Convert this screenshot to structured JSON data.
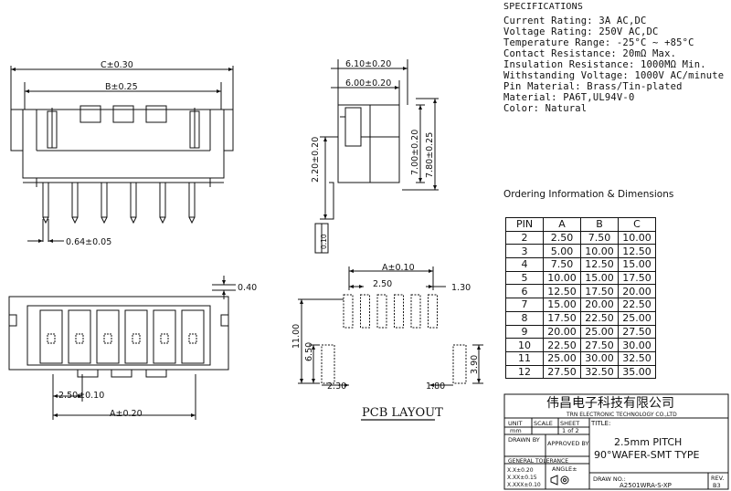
{
  "specifications": {
    "heading": "SPECIFICATIONS",
    "lines": [
      "Current Rating: 3A AC,DC",
      "Voltage Rating: 250V AC,DC",
      "Temperature Range: -25°C ~ +85°C",
      "Contact Resistance: 20mΩ Max.",
      "Insulation Resistance: 1000MΩ Min.",
      "Withstanding Voltage: 1000V AC/minute",
      "Pin Material: Brass/Tin-plated",
      "Material: PA6T,UL94V-0",
      "Color: Natural"
    ]
  },
  "ordering": {
    "title": "Ordering Information & Dimensions",
    "headers": [
      "PIN",
      "A",
      "B",
      "C"
    ],
    "rows": [
      [
        "2",
        "2.50",
        "7.50",
        "10.00"
      ],
      [
        "3",
        "5.00",
        "10.00",
        "12.50"
      ],
      [
        "4",
        "7.50",
        "12.50",
        "15.00"
      ],
      [
        "5",
        "10.00",
        "15.00",
        "17.50"
      ],
      [
        "6",
        "12.50",
        "17.50",
        "20.00"
      ],
      [
        "7",
        "15.00",
        "20.00",
        "22.50"
      ],
      [
        "8",
        "17.50",
        "22.50",
        "25.00"
      ],
      [
        "9",
        "20.00",
        "25.00",
        "27.50"
      ],
      [
        "10",
        "22.50",
        "27.50",
        "30.00"
      ],
      [
        "11",
        "25.00",
        "30.00",
        "32.50"
      ],
      [
        "12",
        "27.50",
        "32.50",
        "35.00"
      ]
    ]
  },
  "dimensions": {
    "c_total": "C±0.30",
    "b_pitch": "B±0.25",
    "pin_width": "0.64±0.05",
    "side_6_10": "6.10±0.20",
    "side_6_00": "6.00±0.20",
    "side_2_20": "2.20±0.20",
    "side_7_00": "7.00±0.20",
    "side_7_80": "7.80±0.25",
    "side_0_10": "0.10",
    "top_0_40": "0.40",
    "top_2_50": "2.50±0.10",
    "top_a": "A±0.20",
    "pcb_a": "A±0.10",
    "pcb_2_50": "2.50",
    "pcb_1_30": "1.30",
    "pcb_11_00": "11.00",
    "pcb_6_50": "6.50",
    "pcb_2_30": "2.30",
    "pcb_1_80": "1.80",
    "pcb_3_90": "3.90",
    "pcb_title": "PCB LAYOUT"
  },
  "title_block": {
    "company_cn": "伟昌电子科技有限公司",
    "company_en": "TRN ELECTRONIC TECHNOLOGY CO.,LTD",
    "unit_label": "UNIT",
    "unit_value": "mm",
    "scale_label": "SCALE",
    "sheet_label": "SHEET",
    "sheet_value": "1 of 2",
    "title_label": "TITLE:",
    "drawn_by": "DRAWN BY",
    "approved_by": "APPROVED BY",
    "product_line1": "2.5mm PITCH",
    "product_line2": "90°WAFER-SMT TYPE",
    "general_tolerance": "GENERAL TOLERANCE",
    "tol_1": "X.X±0.20",
    "tol_2": "X.XX±0.15",
    "tol_3": "X.XXX±0.10",
    "angle": "ANGLE±",
    "draw_no_label": "DRAW NO.:",
    "draw_no": "A2501WRA-S-XP",
    "rev_label": "REV.",
    "rev_value": "B3"
  }
}
